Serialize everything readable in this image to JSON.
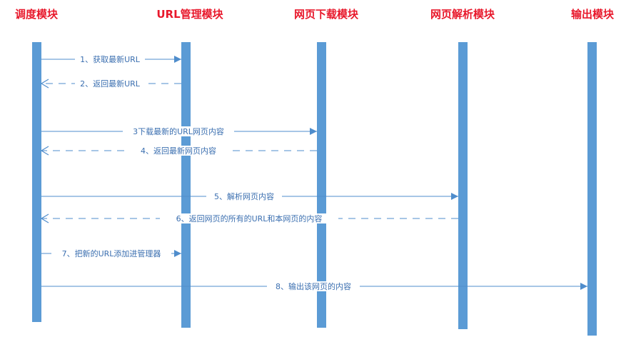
{
  "colors": {
    "title": "#e8192c",
    "lifeline": "#5b9bd5",
    "message": "#4f8dcc",
    "label": "#3b6fb0"
  },
  "lanes": [
    {
      "id": "scheduler",
      "title": "调度模块"
    },
    {
      "id": "url_manager",
      "title": "URL管理模块"
    },
    {
      "id": "downloader",
      "title": "网页下载模块"
    },
    {
      "id": "parser",
      "title": "网页解析模块"
    },
    {
      "id": "output",
      "title": "输出模块"
    }
  ],
  "messages": [
    {
      "label": "1、获取最新URL",
      "from": "scheduler",
      "to": "url_manager",
      "style": "solid"
    },
    {
      "label": "2、返回最新URL",
      "from": "url_manager",
      "to": "scheduler",
      "style": "dashed"
    },
    {
      "label": "3下载最新的URL网页内容",
      "from": "scheduler",
      "to": "downloader",
      "style": "solid"
    },
    {
      "label": "4、返回最新网页内容",
      "from": "downloader",
      "to": "scheduler",
      "style": "dashed"
    },
    {
      "label": "5、解析网页内容",
      "from": "scheduler",
      "to": "parser",
      "style": "solid"
    },
    {
      "label": "6、返回网页的所有的URL和本网页的内容",
      "from": "parser",
      "to": "scheduler",
      "style": "dashed"
    },
    {
      "label": "7、把新的URL添加进管理器",
      "from": "scheduler",
      "to": "url_manager",
      "style": "solid"
    },
    {
      "label": "8、输出该网页的内容",
      "from": "scheduler",
      "to": "output",
      "style": "solid"
    }
  ]
}
